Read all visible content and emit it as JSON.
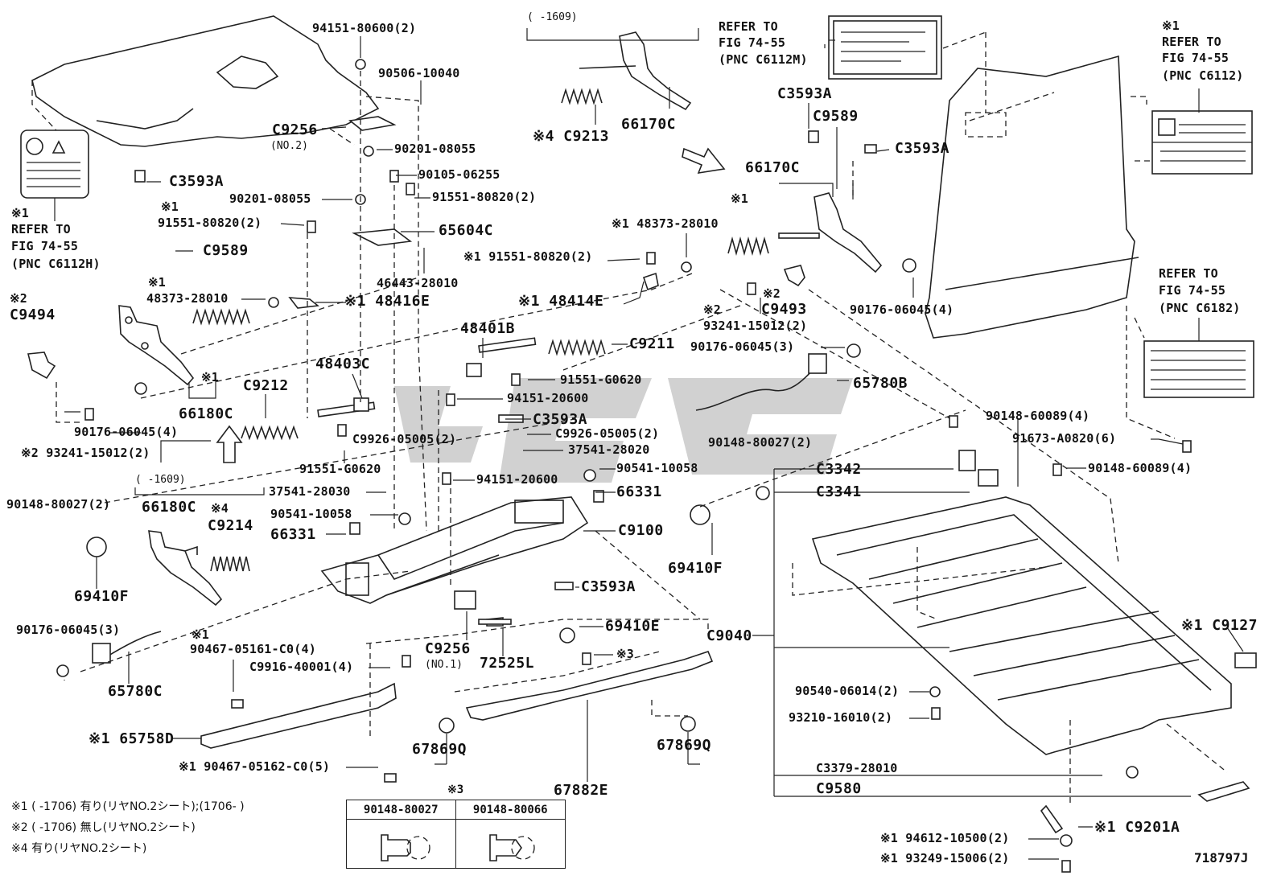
{
  "labels": [
    "94151-80600(2)",
    "90506-10040",
    "C9256",
    "(NO.2)",
    "90201-08055",
    "90105-06255",
    "90201-08055",
    "91551-80820(2)",
    "C3593A",
    "※1",
    "91551-80820(2)",
    "65604C",
    "C9589",
    "46443-28010",
    "※1",
    "48373-28010",
    "※1 48416E",
    "※2",
    "C9494",
    "※1",
    "66180C",
    "90176-06045(4)",
    "※2 93241-15012(2)",
    "48403C",
    "C9212",
    "91551-G0620",
    "( -1609)",
    "66180C",
    "※4",
    "C9214",
    "90148-80027(2)",
    "69410F",
    "90176-06045(3)",
    "※1",
    "65780C",
    "90467-05161-C0(4)",
    "※1 65758D",
    "※1 90467-05162-C0(5)",
    "( -1609)",
    "※4 C9213",
    "66170C",
    "48401B",
    "C9211",
    "91551-G0620",
    "94151-20600",
    "C3593A",
    "C9926-05005(2)",
    "C9926-05005(2)",
    "37541-28020",
    "37541-28030",
    "90541-10058",
    "90541-10058",
    "94151-20600",
    "66331",
    "66331",
    "C9100",
    "C3593A",
    "69410E",
    "※3",
    "C9256",
    "(NO.1)",
    "72525L",
    "C9916-40001(4)",
    "67869Q",
    "67869Q",
    "67882E",
    "※1 48373-28010",
    "※1 91551-80820(2)",
    "※1 48414E",
    "REFER TO",
    "FIG 74-55",
    "(PNC C6112M)",
    "C3593A",
    "C9589",
    "C3593A",
    "66170C",
    "※1",
    "※2",
    "C9493",
    "※2",
    "93241-15012(2)",
    "90176-06045(4)",
    "90176-06045(3)",
    "65780B",
    "90148-80027(2)",
    "69410F",
    "※1",
    "REFER TO",
    "FIG 74-55",
    "(PNC C6112)",
    "REFER TO",
    "FIG 74-55",
    "(PNC C6182)",
    "90148-60089(4)",
    "91673-A0820(6)",
    "90148-60089(4)",
    "C3342",
    "C3341",
    "C9040",
    "※1 C9127",
    "90540-06014(2)",
    "93210-16010(2)",
    "C3379-28010",
    "C9580",
    "※1 C9201A",
    "※1 94612-10500(2)",
    "※1 93249-15006(2)",
    "※1",
    "REFER TO",
    "FIG 74-55",
    "(PNC C6112H)"
  ],
  "label_box": [
    "REFER TO",
    "FIG 74-55",
    "(PNC C6112H)"
  ],
  "notes": [
    "※1 (     -1706) 有り(リヤNO.2シート);(1706-       )",
    "※2 (     -1706) 無し(リヤNO.2シート)",
    "※4 有り(リヤNO.2シート)"
  ],
  "table": {
    "marker": "※3",
    "headers": [
      "90148-80027",
      "90148-80066"
    ]
  },
  "drawing_number": "718797J"
}
